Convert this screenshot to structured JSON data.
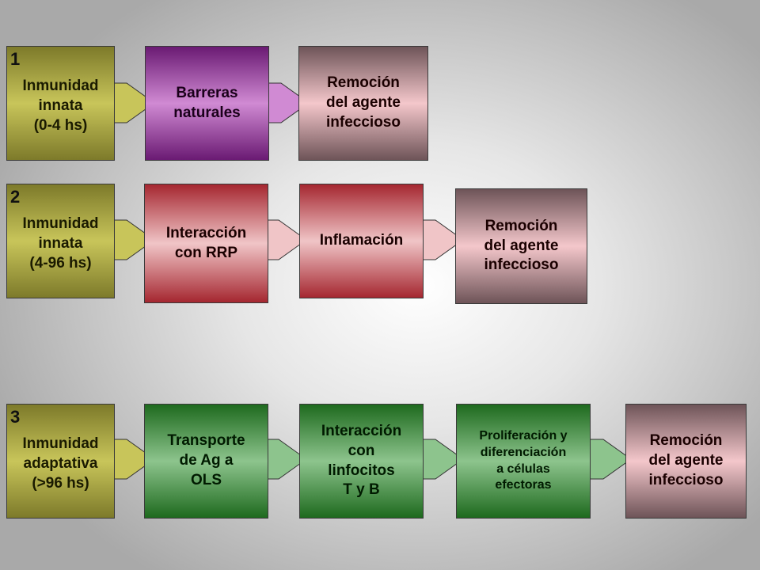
{
  "rows": [
    {
      "number": "1",
      "start": [
        "Inmunidad",
        "innata",
        "(0-4 hs)"
      ],
      "steps": [
        [
          "Barreras",
          "naturales"
        ],
        [
          "Remoción",
          "del agente",
          "infeccioso"
        ]
      ]
    },
    {
      "number": "2",
      "start": [
        "Inmunidad",
        "innata",
        "(4-96 hs)"
      ],
      "steps": [
        [
          "Interacción",
          "con RRP"
        ],
        [
          "Inflamación"
        ],
        [
          "Remoción",
          "del agente",
          "infeccioso"
        ]
      ]
    },
    {
      "number": "3",
      "start": [
        "Inmunidad",
        "adaptativa",
        "(>96 hs)"
      ],
      "steps": [
        [
          "Transporte",
          "de Ag a",
          "OLS"
        ],
        [
          "Interacción",
          "con",
          "linfocitos",
          "T y B"
        ],
        [
          "Proliferación y",
          "diferenciación",
          "a células",
          "efectoras"
        ],
        [
          "Remoción",
          "del agente",
          "infeccioso"
        ]
      ]
    }
  ],
  "colors": {
    "olive": "#c8c55a",
    "purple": "#d08ad3",
    "red": "#f0c5c7",
    "mauve": "#f4c7cb",
    "green": "#8dc48d"
  }
}
